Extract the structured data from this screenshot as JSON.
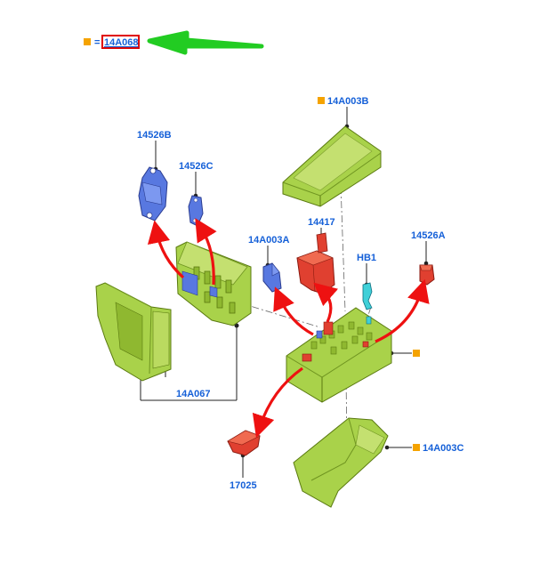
{
  "legend": {
    "marker_color": "#f5a300",
    "equals": "=",
    "part_number": "14A068",
    "highlight_color": "#e00000",
    "pointer_color": "#22cc22"
  },
  "callouts": {
    "c14A003B": "14A003B",
    "c14526B": "14526B",
    "c14526C": "14526C",
    "c14417": "14417",
    "c14A003A": "14A003A",
    "cHB1": "HB1",
    "c14526A": "14526A",
    "c14A067": "14A067",
    "c17025": "17025",
    "c14A003C": "14A003C"
  },
  "colors": {
    "label_blue": "#1560d8",
    "component_green": "#a9d24a",
    "relay_red": "#e04030",
    "fuse_blue": "#5878e0",
    "connector_cyan": "#40d0d8",
    "arrow_red": "#ee1111"
  }
}
